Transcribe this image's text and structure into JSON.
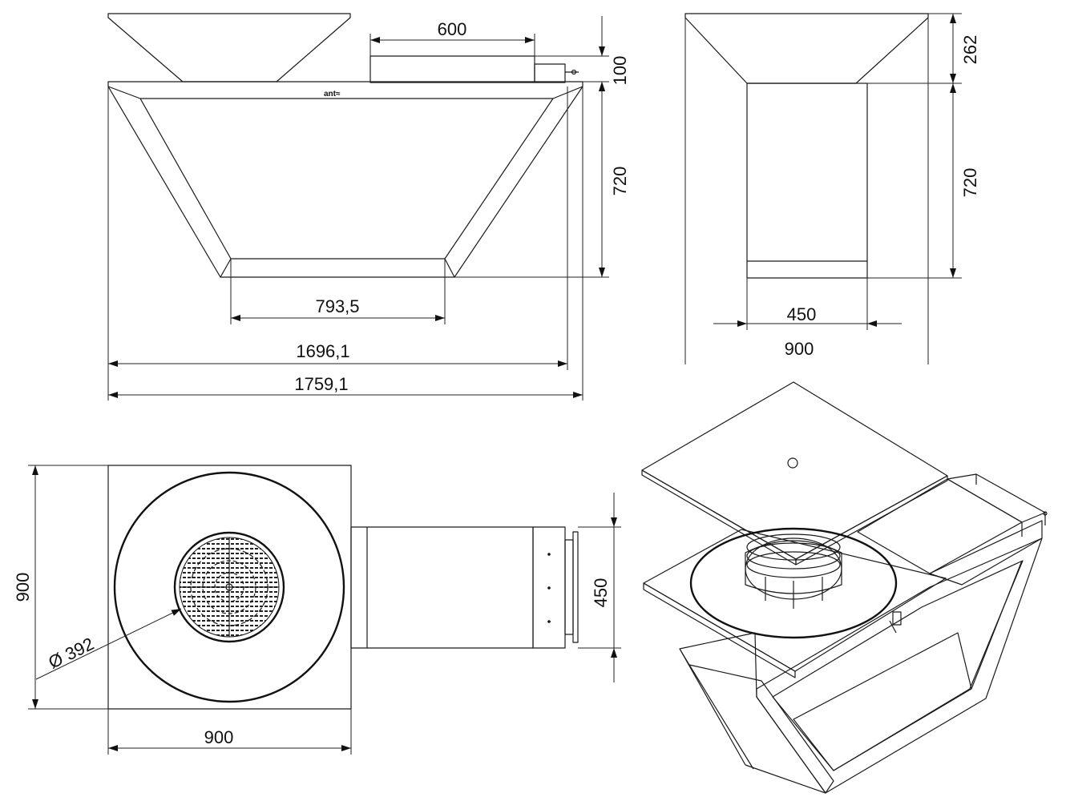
{
  "drawing": {
    "front_view": {
      "dims": {
        "top_width": "600",
        "top_height": "100",
        "body_height": "720",
        "base_width": "793,5",
        "inner_width": "1696,1",
        "overall_width": "1759,1"
      },
      "logo": "ant≈"
    },
    "side_view": {
      "dims": {
        "bowl_height": "262",
        "body_height": "720",
        "column_width": "450",
        "overall_width": "900"
      }
    },
    "top_view": {
      "dims": {
        "depth": "900",
        "width": "900",
        "grate_diameter": "Ø 392",
        "box_height": "450"
      }
    }
  }
}
